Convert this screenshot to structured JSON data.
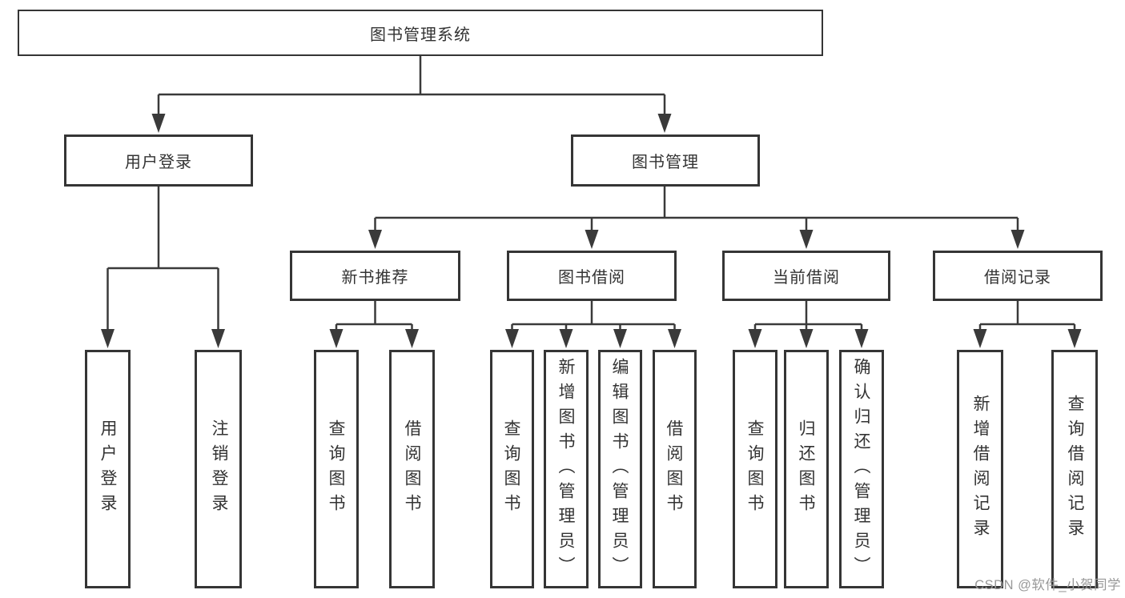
{
  "diagram": {
    "root": {
      "label": "图书管理系统"
    },
    "branches": [
      {
        "label": "用户登录",
        "children": [
          {
            "label": "用户登录"
          },
          {
            "label": "注销登录"
          }
        ]
      },
      {
        "label": "图书管理",
        "children": [
          {
            "label": "新书推荐",
            "children": [
              {
                "label": "查询图书"
              },
              {
                "label": "借阅图书"
              }
            ]
          },
          {
            "label": "图书借阅",
            "children": [
              {
                "label": "查询图书"
              },
              {
                "label": "新增图书（管理员）"
              },
              {
                "label": "编辑图书（管理员）"
              },
              {
                "label": "借阅图书"
              }
            ]
          },
          {
            "label": "当前借阅",
            "children": [
              {
                "label": "查询图书"
              },
              {
                "label": "归还图书"
              },
              {
                "label": "确认归还（管理员）"
              }
            ]
          },
          {
            "label": "借阅记录",
            "children": [
              {
                "label": "新增借阅记录"
              },
              {
                "label": "查询借阅记录"
              }
            ]
          }
        ]
      }
    ]
  },
  "watermark": {
    "text": "CSDN @软件_小贺同学"
  },
  "colors": {
    "line": "#3a3a3a",
    "border": "#353535",
    "text": "#333333",
    "watermark": "#989898",
    "background": "#ffffff"
  }
}
